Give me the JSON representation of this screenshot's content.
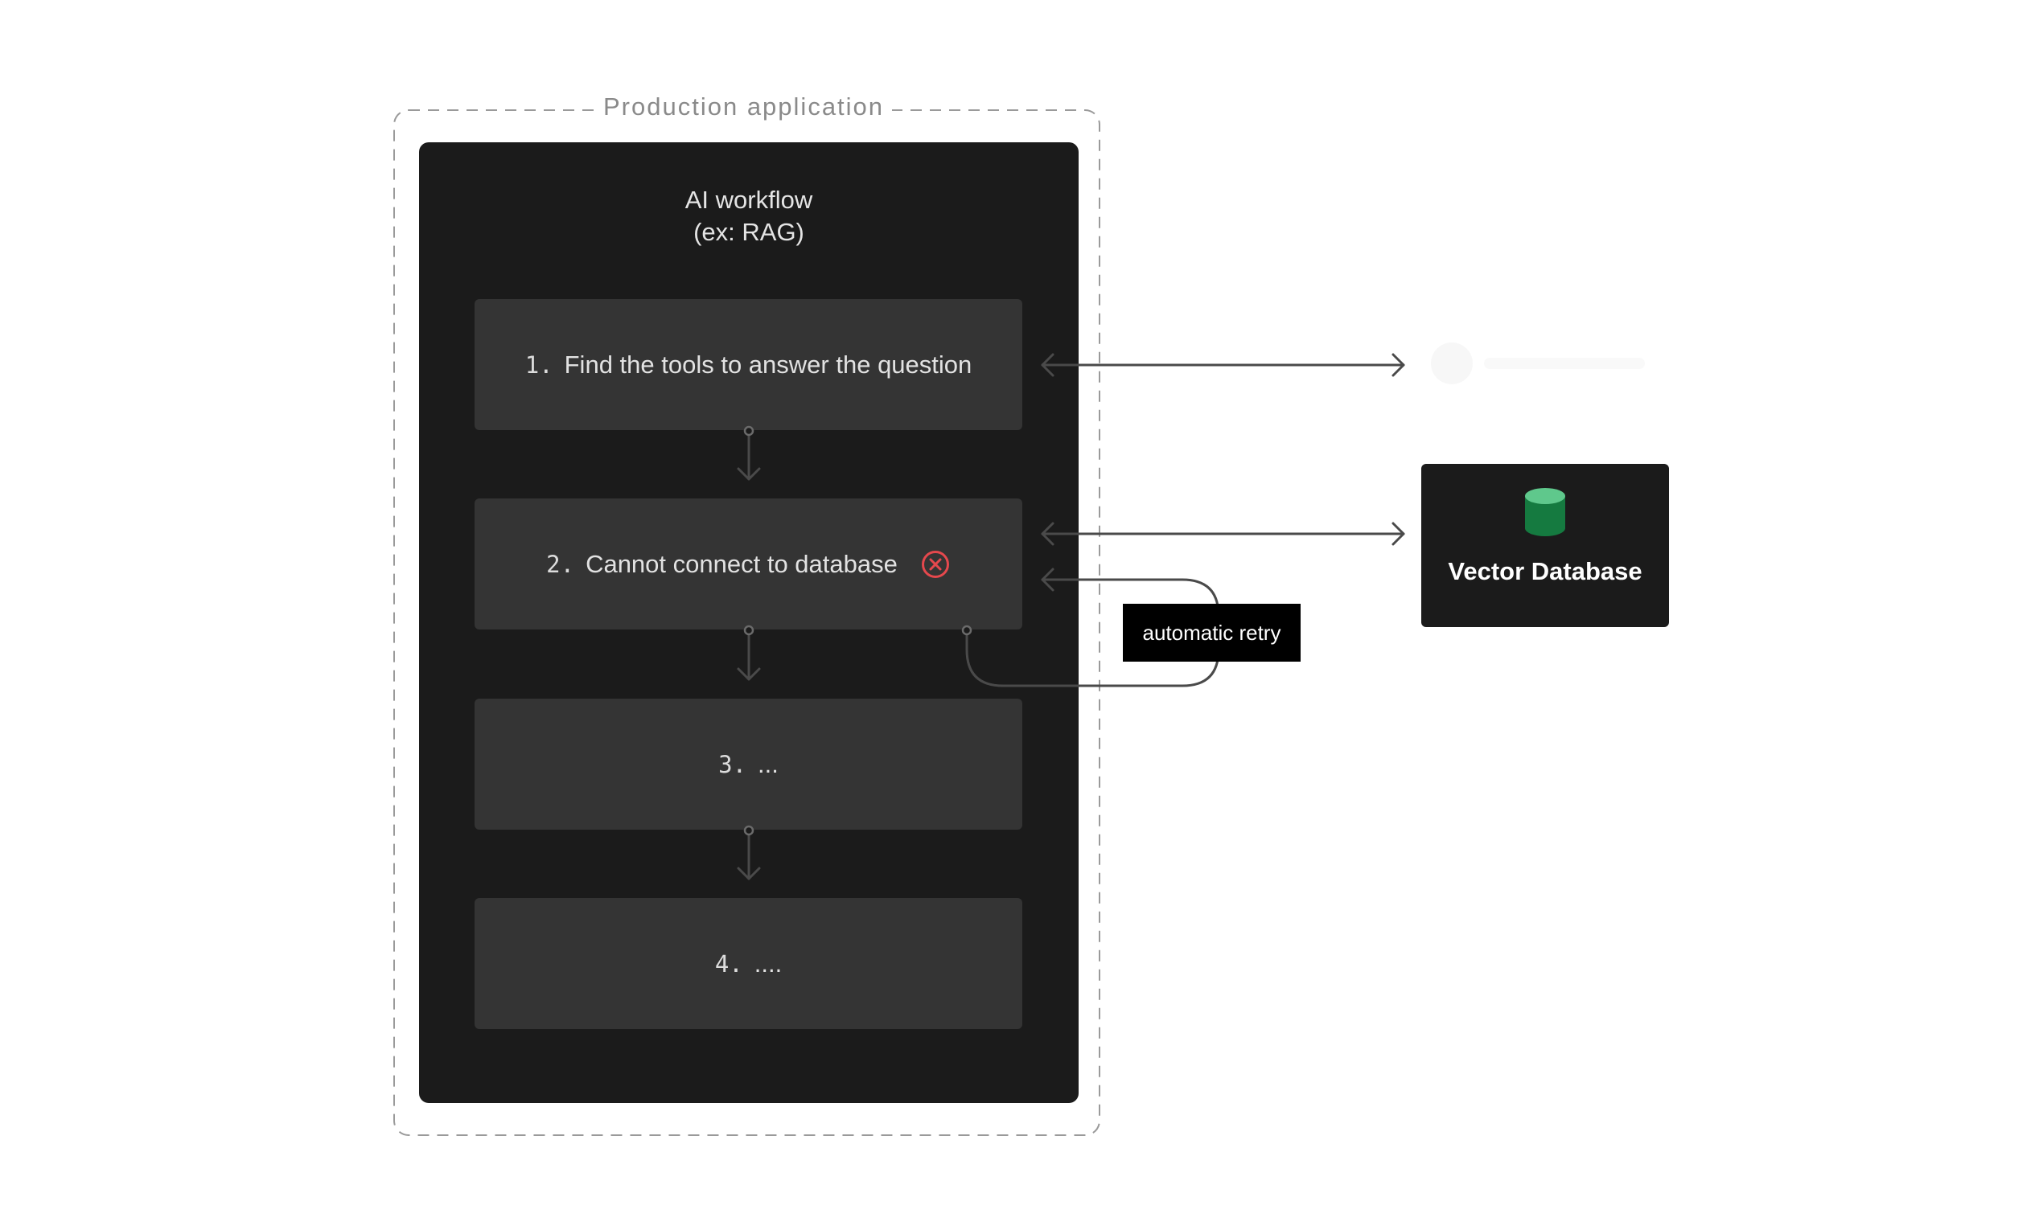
{
  "production_application": {
    "label": "Production application"
  },
  "workflow": {
    "title_line1": "AI workflow",
    "title_line2": "(ex: RAG)",
    "steps": [
      {
        "number": "1.",
        "label": "Find the tools to answer the question",
        "status": "ok"
      },
      {
        "number": "2.",
        "label": "Cannot connect to database",
        "status": "error"
      },
      {
        "number": "3.",
        "label": "..."
      },
      {
        "number": "4.",
        "label": "...."
      }
    ]
  },
  "retry": {
    "label": "automatic retry"
  },
  "vector_database": {
    "label": "Vector Database",
    "icon": "database-icon"
  },
  "colors": {
    "panel": "#1b1b1b",
    "step": "#343434",
    "connector": "#4a4a4a",
    "error": "#e5484d",
    "database": "#1f8a4c"
  }
}
